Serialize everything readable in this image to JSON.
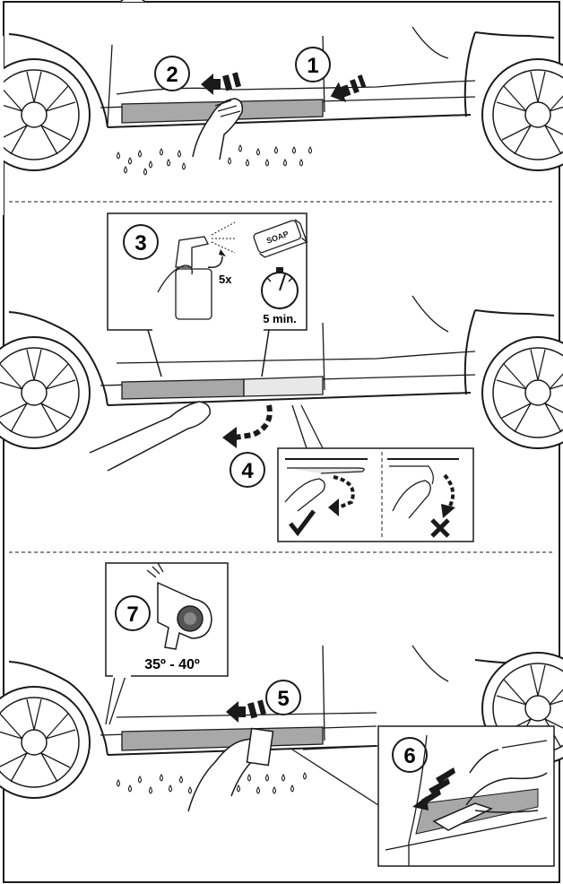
{
  "steps": [
    {
      "n": "1"
    },
    {
      "n": "2"
    },
    {
      "n": "3"
    },
    {
      "n": "4"
    },
    {
      "n": "5"
    },
    {
      "n": "6"
    },
    {
      "n": "7"
    }
  ],
  "panel3": {
    "soap_label": "SOAP",
    "spray_count": "5x",
    "wait_time": "5 min."
  },
  "panel7": {
    "temperature": "35º - 40º"
  },
  "colors": {
    "film": "#a8a8a8",
    "film_light": "#e8e8e8",
    "line": "#1a1a1a"
  }
}
